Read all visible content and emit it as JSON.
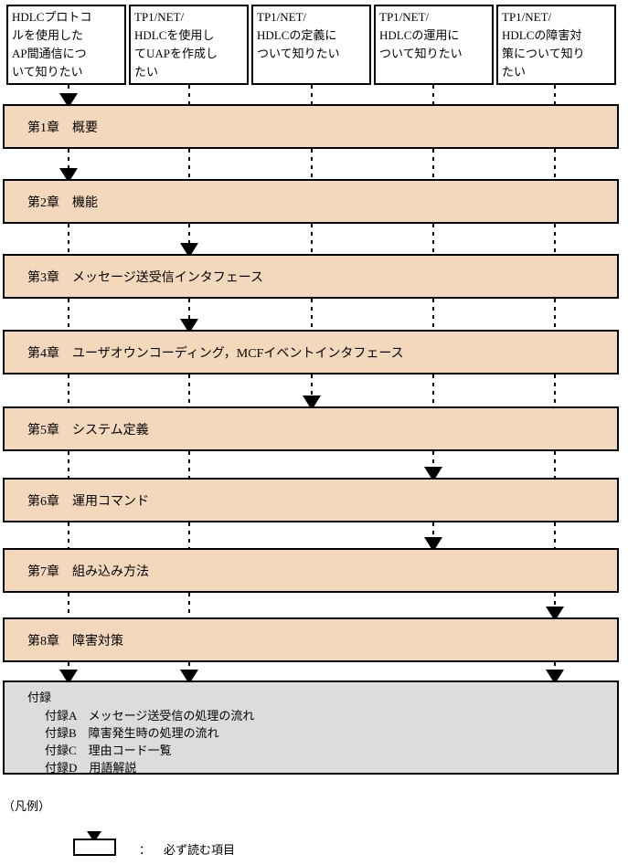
{
  "diagram": {
    "goals": [
      {
        "label": "HDLCプロトコ\nルを使用した\nAP間通信につ\nいて知りたい"
      },
      {
        "label": "TP1/NET/\nHDLCを使用し\nてUAPを作成し\nたい"
      },
      {
        "label": "TP1/NET/\nHDLCの定義に\nついて知りたい"
      },
      {
        "label": "TP1/NET/\nHDLCの運用に\nついて知りたい"
      },
      {
        "label": "TP1/NET/\nHDLCの障害対\n策について知り\nたい"
      }
    ],
    "chapters": [
      {
        "label": "第1章　概要"
      },
      {
        "label": "第2章　機能"
      },
      {
        "label": "第3章　メッセージ送受信インタフェース"
      },
      {
        "label": "第4章　ユーザオウンコーディング，MCFイベントインタフェース"
      },
      {
        "label": "第5章　システム定義"
      },
      {
        "label": "第6章　運用コマンド"
      },
      {
        "label": "第7章　組み込み方法"
      },
      {
        "label": "第8章　障害対策"
      }
    ],
    "appendix": {
      "title": "付録",
      "items": [
        "付録A　メッセージ送受信の処理の流れ",
        "付録B　障害発生時の処理の流れ",
        "付録C　理由コード一覧",
        "付録D　用語解説"
      ]
    },
    "flows": [
      {
        "goal": 0,
        "targets": [
          1,
          2,
          9
        ]
      },
      {
        "goal": 1,
        "targets": [
          3,
          4,
          9
        ]
      },
      {
        "goal": 2,
        "targets": [
          5
        ]
      },
      {
        "goal": 3,
        "targets": [
          6,
          7
        ]
      },
      {
        "goal": 4,
        "targets": [
          8,
          9
        ]
      }
    ],
    "legend": {
      "heading": "（凡例）",
      "separator": "：",
      "label": "必ず読む項目"
    },
    "colors": {
      "chapter_fill": "#f4d8bc",
      "appendix_fill": "#dcdcdc",
      "line": "#000000"
    }
  }
}
